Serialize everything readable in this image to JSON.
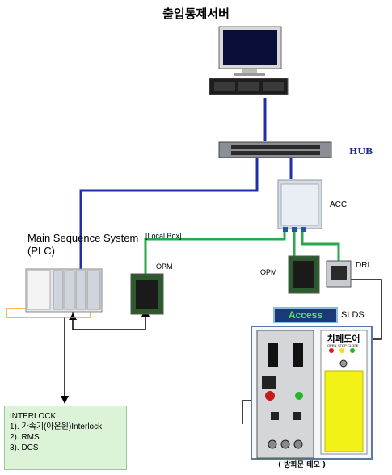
{
  "title": "출입통제서버",
  "labels": {
    "hub": "HUB",
    "acc": "ACC",
    "plc": "Main Sequence System (PLC)",
    "local_box": "[Local Box]",
    "opm_left": "OPM",
    "opm_right": "OPM",
    "dri": "DRI",
    "slds": "SLDS",
    "access": "Access",
    "chasm_door": "차폐도어",
    "caption": "( 방화문 테모 )"
  },
  "panel": {
    "lamps": [
      "OPEN",
      "STOP",
      "CLOSE"
    ]
  },
  "interlock": {
    "heading": "INTERLOCK",
    "items": [
      "1). 가속기(아온원)Interlock",
      "2). RMS",
      "3). DCS"
    ]
  },
  "colors": {
    "network_link": "#1f2fa8",
    "local_link": "#2aa84a",
    "access_panel_bg": "#193a78",
    "access_text": "#5ee05e",
    "interlock_bg": "#dcf3d8",
    "door_panel": "#f2f216"
  }
}
